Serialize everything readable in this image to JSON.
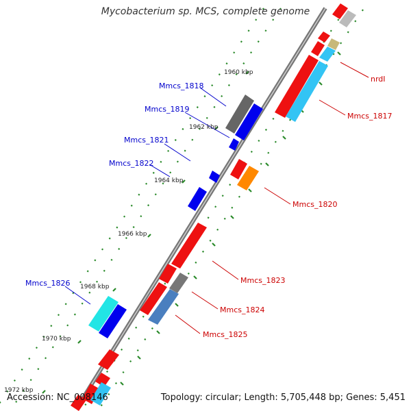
{
  "title": "Mycobacterium sp. MCS, complete genome",
  "footer": {
    "accession": "Accession: NC_008146",
    "summary": "Topology: circular; Length: 5,705,448 bp; Genes: 5,451"
  },
  "colors": {
    "backbone": "#777777",
    "tick": "#2a8a2a",
    "left_label": "#0000cc",
    "right_label": "#cc0000",
    "scale_text": "#222222"
  },
  "scale_labels": [
    "1960 kbp",
    "1962 kbp",
    "1964 kbp",
    "1966 kbp",
    "1968 kbp",
    "1970 kbp",
    "1972 kbp"
  ],
  "left_labels": [
    "Mmcs_1818",
    "Mmcs_1819",
    "Mmcs_1821",
    "Mmcs_1822",
    "Mmcs_1826"
  ],
  "right_labels": [
    "nrdI",
    "Mmcs_1817",
    "Mmcs_1820",
    "Mmcs_1823",
    "Mmcs_1824",
    "Mmcs_1825"
  ]
}
